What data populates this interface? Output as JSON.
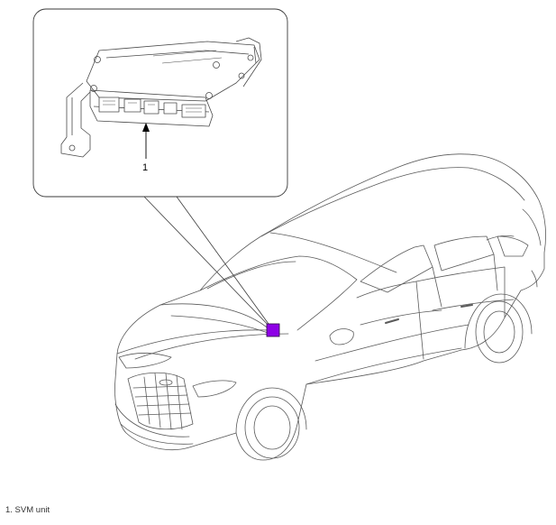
{
  "callout": {
    "number": "1"
  },
  "caption": {
    "text": "1. SVM unit"
  },
  "colors": {
    "marker": "#8e00e6",
    "line": "#4a4a4a",
    "background": "#ffffff"
  },
  "icons": {
    "module": "svm-module-illustration",
    "car": "sedan-illustration",
    "marker": "location-marker-square"
  }
}
